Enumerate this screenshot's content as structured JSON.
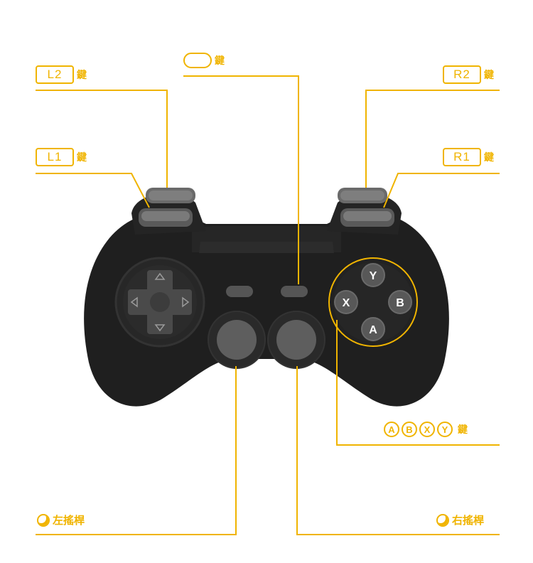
{
  "labels": {
    "l2_key": "L2",
    "l2_word": "鍵",
    "l1_key": "L1",
    "l1_word": "鍵",
    "home_word": "鍵",
    "r2_key": "R2",
    "r2_word": "鍵",
    "r1_key": "R1",
    "r1_word": "鍵",
    "face_a": "A",
    "face_b": "B",
    "face_x": "X",
    "face_y": "Y",
    "face_word": "鍵",
    "left_stick": "左搖桿",
    "right_stick": "右搖桿"
  },
  "buttons": {
    "y": "Y",
    "x": "X",
    "b": "B",
    "a": "A"
  },
  "colors": {
    "accent": "#f0b400",
    "body": "#1f1f1f",
    "button": "#4a4a4a"
  }
}
